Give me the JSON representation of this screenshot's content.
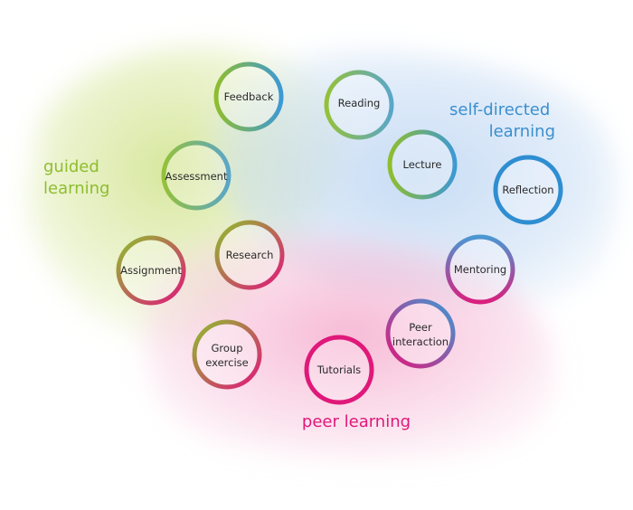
{
  "colors": {
    "guided": "#8fbd2f",
    "self_directed": "#3a8fcf",
    "peer": "#e0187a",
    "label_text": "#2a2a2a"
  },
  "regions": {
    "guided": {
      "line1": "guided",
      "line2": "learning"
    },
    "self_directed": {
      "line1": "self-directed",
      "line2": "learning"
    },
    "peer": {
      "line1": "peer learning"
    }
  },
  "nodes": {
    "feedback": {
      "label": "Feedback"
    },
    "reading": {
      "label": "Reading"
    },
    "assessment": {
      "label": "Assessment"
    },
    "lecture": {
      "label": "Lecture"
    },
    "reflection": {
      "label": "Reflection"
    },
    "research": {
      "label": "Research"
    },
    "assignment": {
      "label": "Assignment"
    },
    "mentoring": {
      "label": "Mentoring"
    },
    "peer_interaction": {
      "line1": "Peer",
      "line2": "interaction"
    },
    "group_exercise": {
      "line1": "Group",
      "line2": "exercise"
    },
    "tutorials": {
      "label": "Tutorials"
    }
  }
}
